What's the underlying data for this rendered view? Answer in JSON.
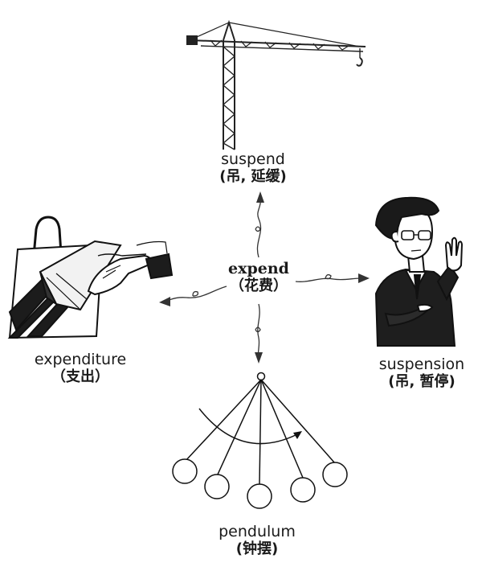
{
  "center": {
    "word": "expend",
    "gloss": "（花费）"
  },
  "branches": {
    "suspend": {
      "word": "suspend",
      "gloss": "(吊, 延缓)"
    },
    "suspension": {
      "word": "suspension",
      "gloss": "(吊, 暂停)"
    },
    "expenditure": {
      "word": "expenditure",
      "gloss": "（支出）"
    },
    "pendulum": {
      "word": "pendulum",
      "gloss": "(钟摆)"
    }
  },
  "illustrations": {
    "top": "tower-crane-icon",
    "right": "man-with-glasses-raised-hand-icon",
    "left": "shopping-bag-and-money-handover-icon",
    "bottom": "pendulum-balls-icon"
  }
}
